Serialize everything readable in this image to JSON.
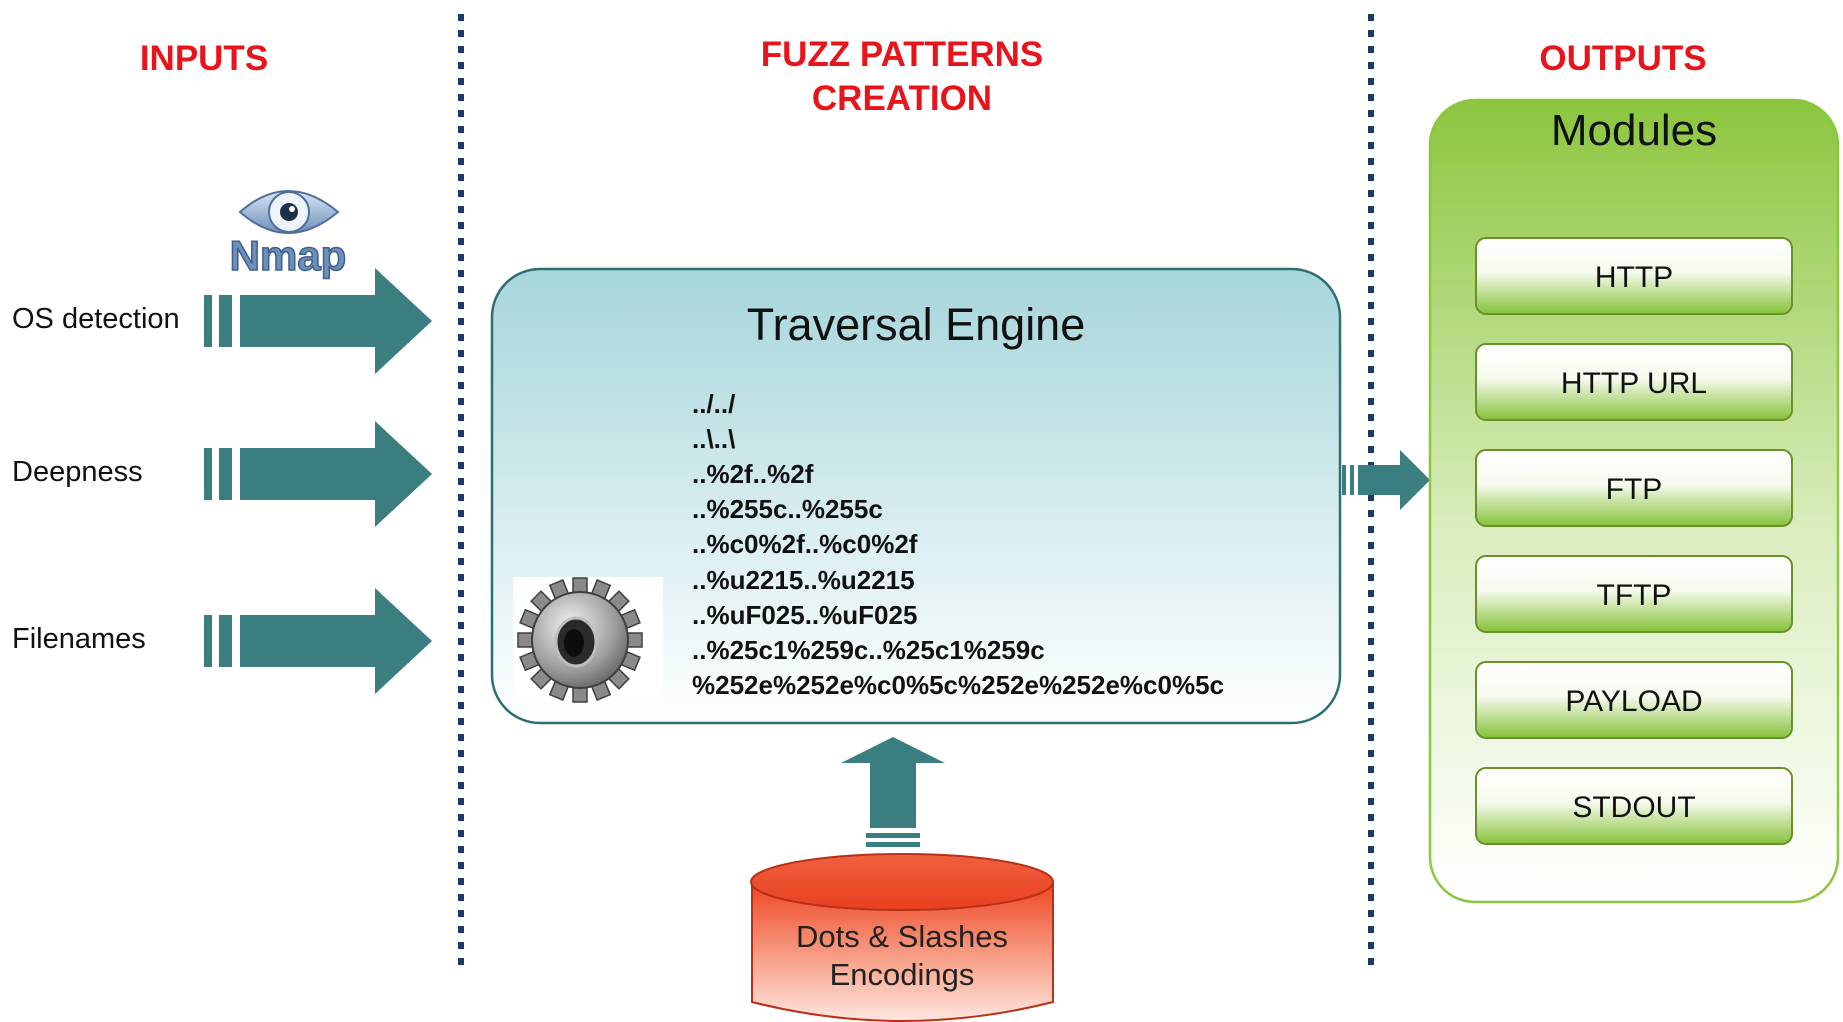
{
  "sections": {
    "inputs": "INPUTS",
    "fuzz_line1": "FUZZ PATTERNS",
    "fuzz_line2": "CREATION",
    "outputs": "OUTPUTS"
  },
  "inputs": {
    "logo_text": "Nmap",
    "items": [
      "OS detection",
      "Deepness",
      "Filenames"
    ]
  },
  "engine": {
    "title": "Traversal Engine",
    "patterns": [
      "../../",
      "..\\..\\",
      "..%2f..%2f",
      "..%255c..%255c",
      "..%c0%2f..%c0%2f",
      "..%u2215..%u2215",
      "..%uF025..%uF025",
      "..%25c1%259c..%25c1%259c",
      "%252e%252e%c0%5c%252e%252e%c0%5c"
    ]
  },
  "database": {
    "line1": "Dots & Slashes",
    "line2": "Encodings"
  },
  "modules": {
    "title": "Modules",
    "items": [
      "HTTP",
      "HTTP URL",
      "FTP",
      "TFTP",
      "PAYLOAD",
      "STDOUT"
    ]
  },
  "colors": {
    "heading_red": "#e8141b",
    "arrow_teal": "#3a7e80",
    "divider_navy": "#1b3a6b",
    "engine_fill_top": "#a6d6db",
    "engine_border": "#2f6f73",
    "modules_green": "#8cc63f",
    "db_orange": "#ee4523"
  }
}
